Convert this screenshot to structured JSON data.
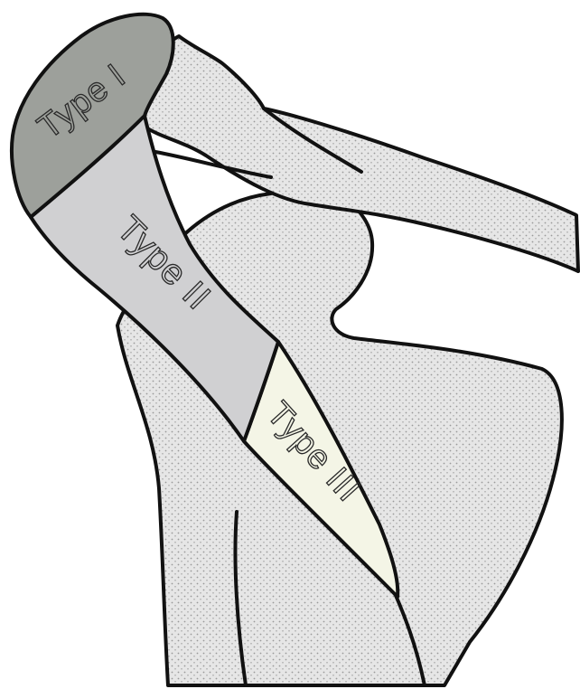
{
  "diagram": {
    "colors": {
      "bone_fill": "#e3e3e3",
      "stipple": "#9a9a9a",
      "outline": "#111111",
      "type_1_fill": "#9da09b",
      "type_2_fill": "#d0d0d2",
      "type_3_fill": "#f4f5e6"
    },
    "regions": [
      {
        "id": "type-1",
        "label": "Type I"
      },
      {
        "id": "type-2",
        "label": "Type II"
      },
      {
        "id": "type-3",
        "label": "Type III"
      }
    ]
  }
}
